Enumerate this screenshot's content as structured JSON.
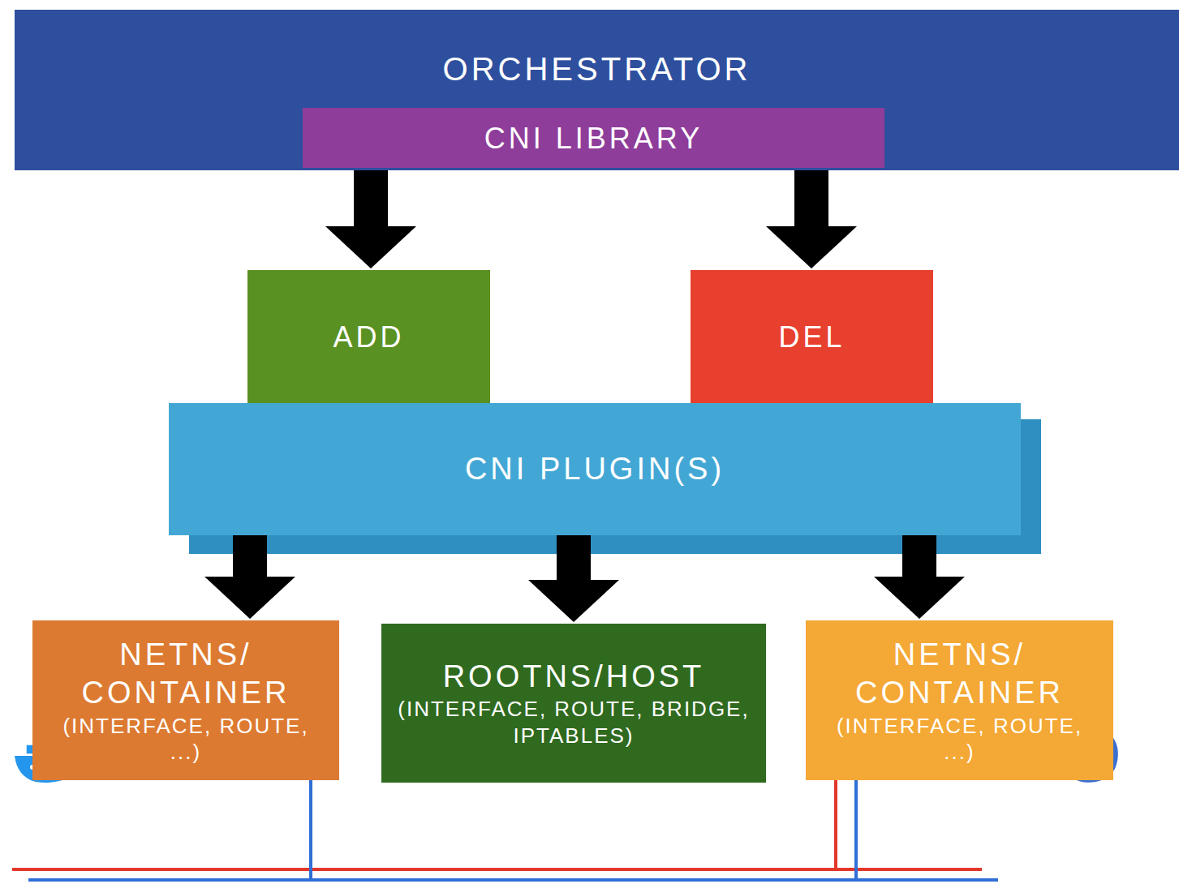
{
  "diagram": {
    "nodes": [
      {
        "text": [
          "ORCHESTRATOR"
        ]
      },
      {
        "text": [
          "CNI LIBRARY"
        ],
        "in": 0
      },
      {
        "text": [
          "ADD"
        ]
      },
      {
        "text": [
          "DEL"
        ]
      },
      {
        "text": [
          "CNI PLUGIN(S)"
        ]
      },
      {
        "text": [
          "NETNS/ CONTAINER",
          "(INTERFACE, ROUTE, ...)"
        ]
      },
      {
        "text": [
          "ROOTNS/HOST",
          "(INTERFACE, ROUTE, BRIDGE, IPTABLES)"
        ]
      },
      {
        "text": [
          "NETNS/ CONTAINER",
          "(INTERFACE, ROUTE, ...)"
        ]
      }
    ],
    "edges": [
      {
        "from": 1,
        "to": 2,
        "arrow": "to"
      },
      {
        "from": 1,
        "to": 3,
        "arrow": "to"
      },
      {
        "from": 4,
        "to": 5,
        "arrow": "to"
      },
      {
        "from": 4,
        "to": 6,
        "arrow": "to"
      },
      {
        "from": 4,
        "to": 7,
        "arrow": "to"
      },
      {
        "from": 5,
        "to": 7,
        "arrow": "none"
      }
    ]
  }
}
